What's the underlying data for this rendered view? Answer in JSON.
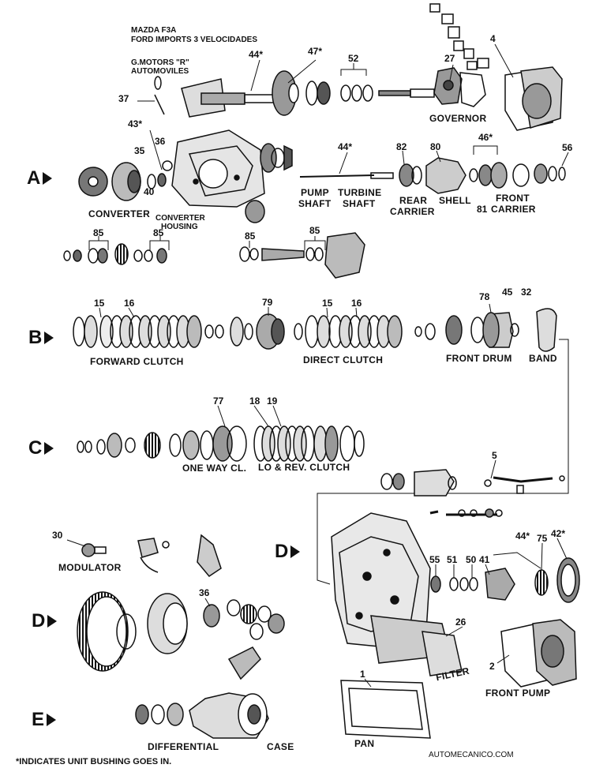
{
  "header": {
    "line1": "MAZDA  F3A",
    "line2": "FORD IMPORTS 3 VELOCIDADES",
    "line3": "G.MOTORS \"R\"",
    "line4": "AUTOMOVILES"
  },
  "rows": {
    "a": "A",
    "b": "B",
    "c": "C",
    "d1": "D",
    "d2": "D",
    "e": "E"
  },
  "labels": {
    "governor": "GOVERNOR",
    "converter": "CONVERTER",
    "converter_housing_1": "CONVERTER",
    "converter_housing_2": "HOUSING",
    "pump_shaft_1": "PUMP",
    "pump_shaft_2": "SHAFT",
    "turbine_shaft_1": "TURBINE",
    "turbine_shaft_2": "SHAFT",
    "rear_carrier_1": "REAR",
    "rear_carrier_2": "CARRIER",
    "shell": "SHELL",
    "front_carrier_1": "FRONT",
    "front_carrier_2": "CARRIER",
    "forward_clutch": "FORWARD CLUTCH",
    "direct_clutch": "DIRECT CLUTCH",
    "front_drum": "FRONT DRUM",
    "band": "BAND",
    "one_way_cl": "ONE WAY CL.",
    "lo_rev_clutch": "LO & REV. CLUTCH",
    "modulator": "MODULATOR",
    "filter": "FILTER",
    "front_pump": "FRONT PUMP",
    "pan": "PAN",
    "differential": "DIFFERENTIAL",
    "case": "CASE"
  },
  "numbers": {
    "n44a": "44*",
    "n47": "47*",
    "n52": "52",
    "n27": "27",
    "n4": "4",
    "n37": "37",
    "n43": "43*",
    "n36a": "36",
    "n35": "35",
    "n40": "40",
    "n44b": "44*",
    "n82": "82",
    "n80": "80",
    "n46": "46*",
    "n56": "56",
    "n81": "81",
    "n85a": "85",
    "n85b": "85",
    "n85c": "85",
    "n85d": "85",
    "n15a": "15",
    "n16a": "16",
    "n79": "79",
    "n15b": "15",
    "n16b": "16",
    "n78": "78",
    "n45": "45",
    "n32": "32",
    "n77": "77",
    "n18": "18",
    "n19": "19",
    "n5": "5",
    "n30": "30",
    "n36b": "36",
    "n55": "55",
    "n51": "51",
    "n50": "50",
    "n41": "41",
    "n44c": "44*",
    "n75": "75",
    "n42": "42*",
    "n26": "26",
    "n2": "2",
    "n1": "1"
  },
  "footer": {
    "note": "*INDICATES UNIT BUSHING GOES IN.",
    "credit": "AUTOMECANICO.COM"
  }
}
